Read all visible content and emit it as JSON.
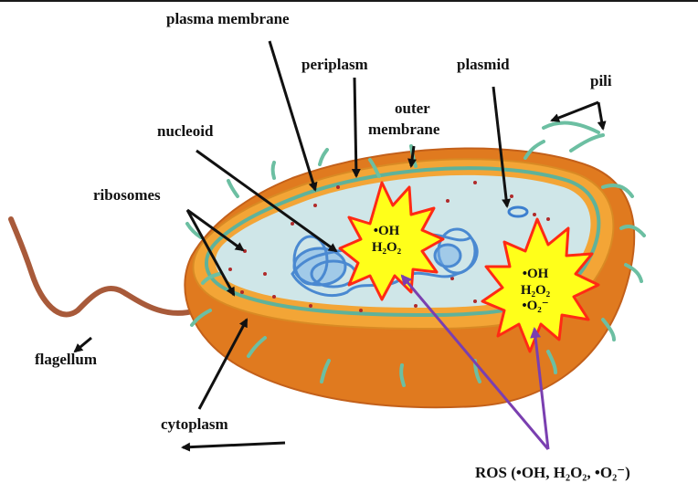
{
  "labels": {
    "plasma_membrane": "plasma membrane",
    "periplasm": "periplasm",
    "plasmid": "plasmid",
    "pili": "pili",
    "outer_membrane_1": "outer",
    "outer_membrane_2": "membrane",
    "nucleoid": "nucleoid",
    "ribosomes": "ribosomes",
    "flagellum": "flagellum",
    "cytoplasm": "cytoplasm"
  },
  "ros_burst_1": {
    "lines": [
      "•OH",
      "H₂O₂"
    ]
  },
  "ros_burst_2": {
    "lines": [
      "•OH",
      "H₂O₂",
      "•O₂⁻"
    ]
  },
  "ros_caption": "ROS (•OH, H₂O₂, •O₂⁻)",
  "colors": {
    "outer_membrane": "#e07a1f",
    "membrane_band": "#f3a536",
    "periplasm_line": "#5fb29a",
    "cytoplasm": "#cfe6e8",
    "nucleoid": "#4a8fd6",
    "burst_fill": "#ffff1a",
    "burst_stroke": "#ff2a14",
    "ros_arrow": "#7a3fb0",
    "pili": "#6cbfa2",
    "flagellum": "#a85a3a"
  }
}
